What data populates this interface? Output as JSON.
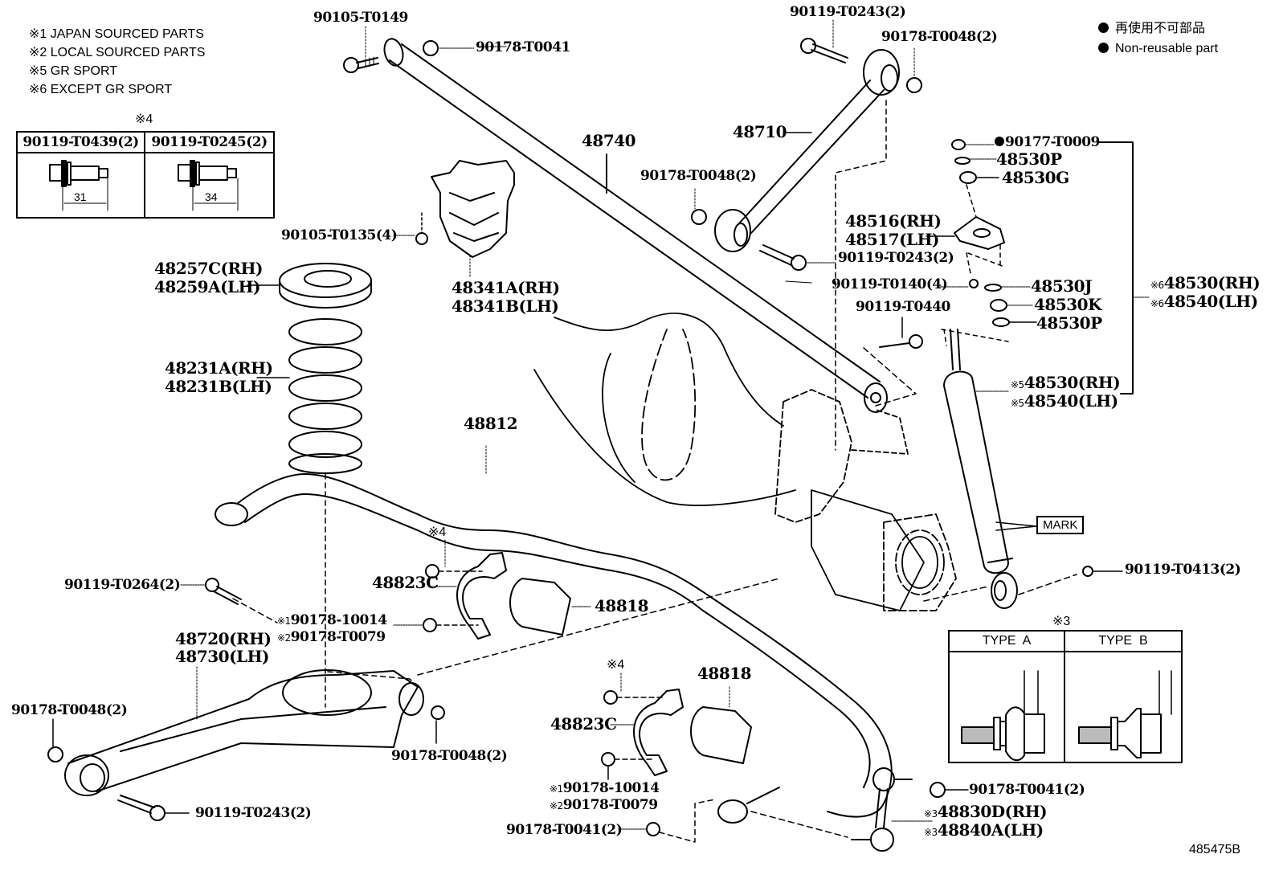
{
  "notes": [
    {
      "mark": "※1",
      "text": "JAPAN SOURCED PARTS"
    },
    {
      "mark": "※2",
      "text": "LOCAL SOURCED PARTS"
    },
    {
      "mark": "※5",
      "text": "GR SPORT"
    },
    {
      "mark": "※6",
      "text": "EXCEPT GR SPORT"
    }
  ],
  "legend": {
    "jp": "再使用不可部品",
    "en": "Non-reusable part",
    "marker_color": "#000000"
  },
  "table4": {
    "title": "※4",
    "columns": [
      {
        "part": "90119-T0439(2)",
        "dimension": "31"
      },
      {
        "part": "90119-T0245(2)",
        "dimension": "34"
      }
    ]
  },
  "table3": {
    "title": "※3",
    "columns": [
      {
        "label": "TYPE  A"
      },
      {
        "label": "TYPE  B"
      }
    ]
  },
  "mark_box": "MARK",
  "diagram_code": "485475B",
  "parts": {
    "p90105_T0149": "90105-T0149",
    "p90178_T0041_top": "90178-T0041",
    "p48740": "48740",
    "p90119_T0243_top": "90119-T0243(2)",
    "p90178_T0048_topright": "90178-T0048(2)",
    "p48710": "48710",
    "p90178_T0048_mid": "90178-T0048(2)",
    "p90105_T0135": "90105-T0135(4)",
    "p48257C": "48257C(RH)",
    "p48259A": "48259A(LH)",
    "p48341A": "48341A(RH)",
    "p48341B": "48341B(LH)",
    "p48231A": "48231A(RH)",
    "p48231B": "48231B(LH)",
    "p90177_T0009": "90177-T0009",
    "p48530P_1": "48530P",
    "p48530G": "48530G",
    "p48516": "48516(RH)",
    "p48517": "48517(LH)",
    "p90119_T0243_mid": "90119-T0243(2)",
    "p90119_T0140": "90119-T0140(4)",
    "p48530J": "48530J",
    "p48530K": "48530K",
    "p48530P_2": "48530P",
    "p90119_T0440": "90119-T0440",
    "p48530_6": {
      "mark": "※6",
      "part": "48530(RH)"
    },
    "p48540_6": {
      "mark": "※6",
      "part": "48540(LH)"
    },
    "p48530_5": {
      "mark": "※5",
      "part": "48530(RH)"
    },
    "p48540_5": {
      "mark": "※5",
      "part": "48540(LH)"
    },
    "p48812": "48812",
    "p90119_T0264": "90119-T0264(2)",
    "p48823C_1": "48823C",
    "p48818_1": "48818",
    "star4_1": "※4",
    "p90178_10014_1": {
      "mark": "※1",
      "part": "90178-10014"
    },
    "p90178_T0079_1": {
      "mark": "※2",
      "part": "90178-T0079"
    },
    "p48720": "48720(RH)",
    "p48730": "48730(LH)",
    "p90178_T0048_left": "90178-T0048(2)",
    "p90178_T0048_lower": "90178-T0048(2)",
    "p90119_T0243_bottom": "90119-T0243(2)",
    "star4_2": "※4",
    "p48818_2": "48818",
    "p48823C_2": "48823C",
    "p90178_10014_2": {
      "mark": "※1",
      "part": "90178-10014"
    },
    "p90178_T0079_2": {
      "mark": "※2",
      "part": "90178-T0079"
    },
    "p90178_T0041_bottom": "90178-T0041(2)",
    "p90119_T0413": "90119-T0413(2)",
    "p90178_T0041_right": "90178-T0041(2)",
    "p48830D": {
      "mark": "※3",
      "part": "48830D(RH)"
    },
    "p48840A": {
      "mark": "※3",
      "part": "48840A(LH)"
    }
  }
}
